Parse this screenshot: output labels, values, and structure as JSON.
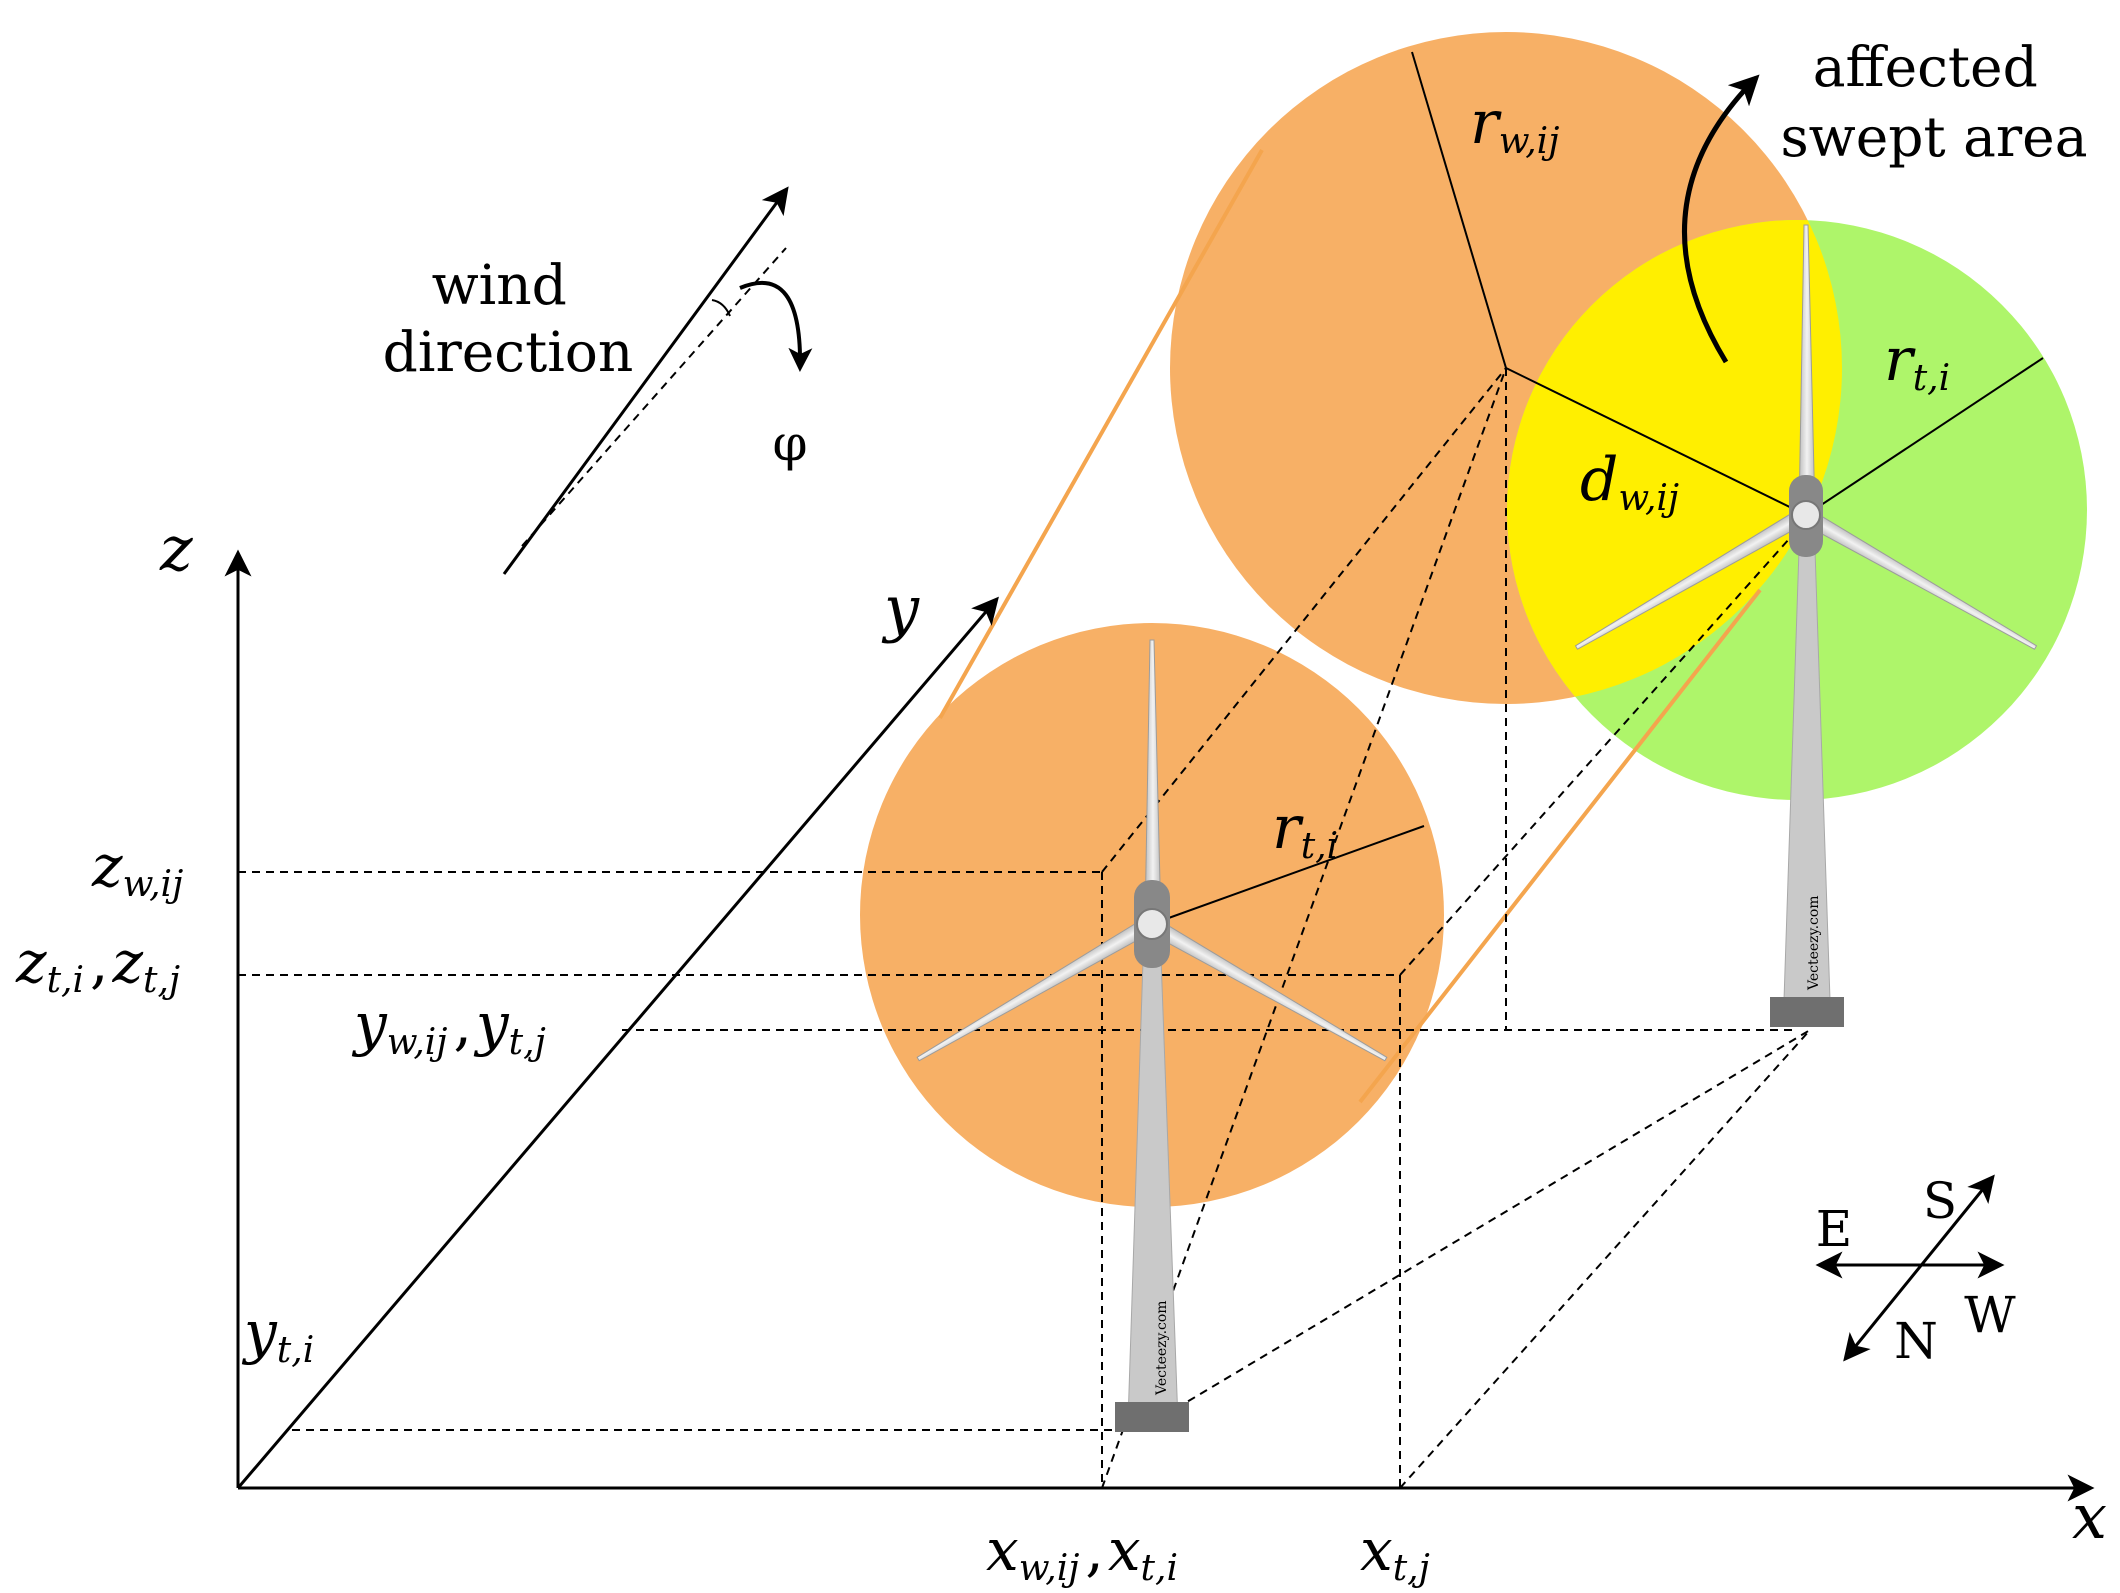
{
  "colors": {
    "rotor_i": "#f7b066",
    "wake_circle": "#f7b066",
    "rotor_j": "#aef56a",
    "overlap": "#ffef00",
    "tower": "#c9c9c9",
    "base": "#6f6f6f",
    "outline": "#f4a54e"
  },
  "axes": {
    "x": "x",
    "y": "y",
    "z": "z"
  },
  "wind": {
    "line1": "wind",
    "line2": "direction",
    "angle_symbol": "φ"
  },
  "affected": {
    "line1": "affected",
    "line2": "swept area"
  },
  "labels": {
    "r_ti_front": {
      "main": "r",
      "sub": "t,i"
    },
    "r_ti_back": {
      "main": "r",
      "sub": "t,i"
    },
    "r_wij": {
      "main": "r",
      "sub": "w,ij"
    },
    "d_wij": {
      "main": "d",
      "sub": "w,ij"
    },
    "z_wij": {
      "main": "z",
      "sub": "w,ij"
    },
    "z_ti": {
      "main": "z",
      "sub": "t,i"
    },
    "z_sep": ",",
    "z_tj": {
      "main": "z",
      "sub": "t,j"
    },
    "y_wij": {
      "main": "y",
      "sub": "w,ij"
    },
    "y_sep": ",",
    "y_tj": {
      "main": "y",
      "sub": "t,j"
    },
    "y_ti": {
      "main": "y",
      "sub": "t,i"
    },
    "x_wij": {
      "main": "x",
      "sub": "w,ij"
    },
    "x_sep": ",",
    "x_ti": {
      "main": "x",
      "sub": "t,i"
    },
    "x_tj": {
      "main": "x",
      "sub": "t,j"
    }
  },
  "watermark": "Vecteezy.com",
  "compass": {
    "e": "E",
    "s": "S",
    "w": "W",
    "n": "N"
  }
}
